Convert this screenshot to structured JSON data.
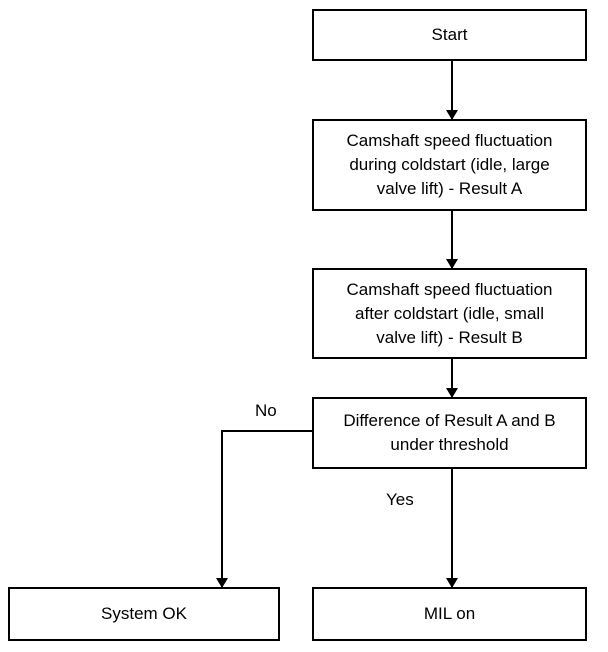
{
  "nodes": {
    "start": {
      "lines": [
        "Start"
      ]
    },
    "step_a": {
      "lines": [
        "Camshaft speed fluctuation",
        "during coldstart (idle, large",
        "valve lift) - Result A"
      ]
    },
    "step_b": {
      "lines": [
        "Camshaft speed fluctuation",
        "after coldstart (idle, small",
        "valve lift) - Result B"
      ]
    },
    "decision": {
      "lines": [
        "Difference of Result A and B",
        "under threshold"
      ]
    },
    "system_ok": {
      "lines": [
        "System OK"
      ]
    },
    "mil_on": {
      "lines": [
        "MIL on"
      ]
    }
  },
  "edge_labels": {
    "no": "No",
    "yes": "Yes"
  }
}
